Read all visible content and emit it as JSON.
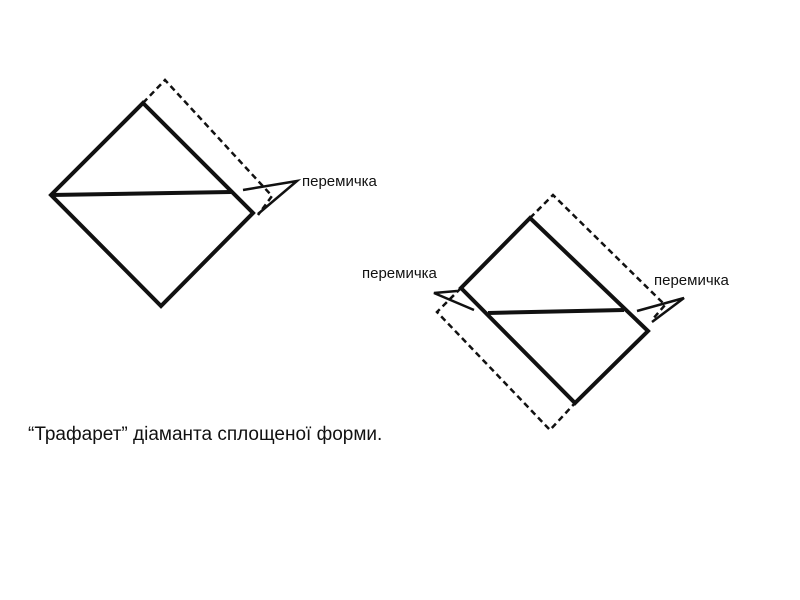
{
  "labels": {
    "left_figure": "перемичка",
    "right_figure_left": "перемичка",
    "right_figure_right": "перемичка"
  },
  "caption": "“Трафарет” діаманта сплощеної форми.",
  "colors": {
    "stroke": "#111111"
  }
}
